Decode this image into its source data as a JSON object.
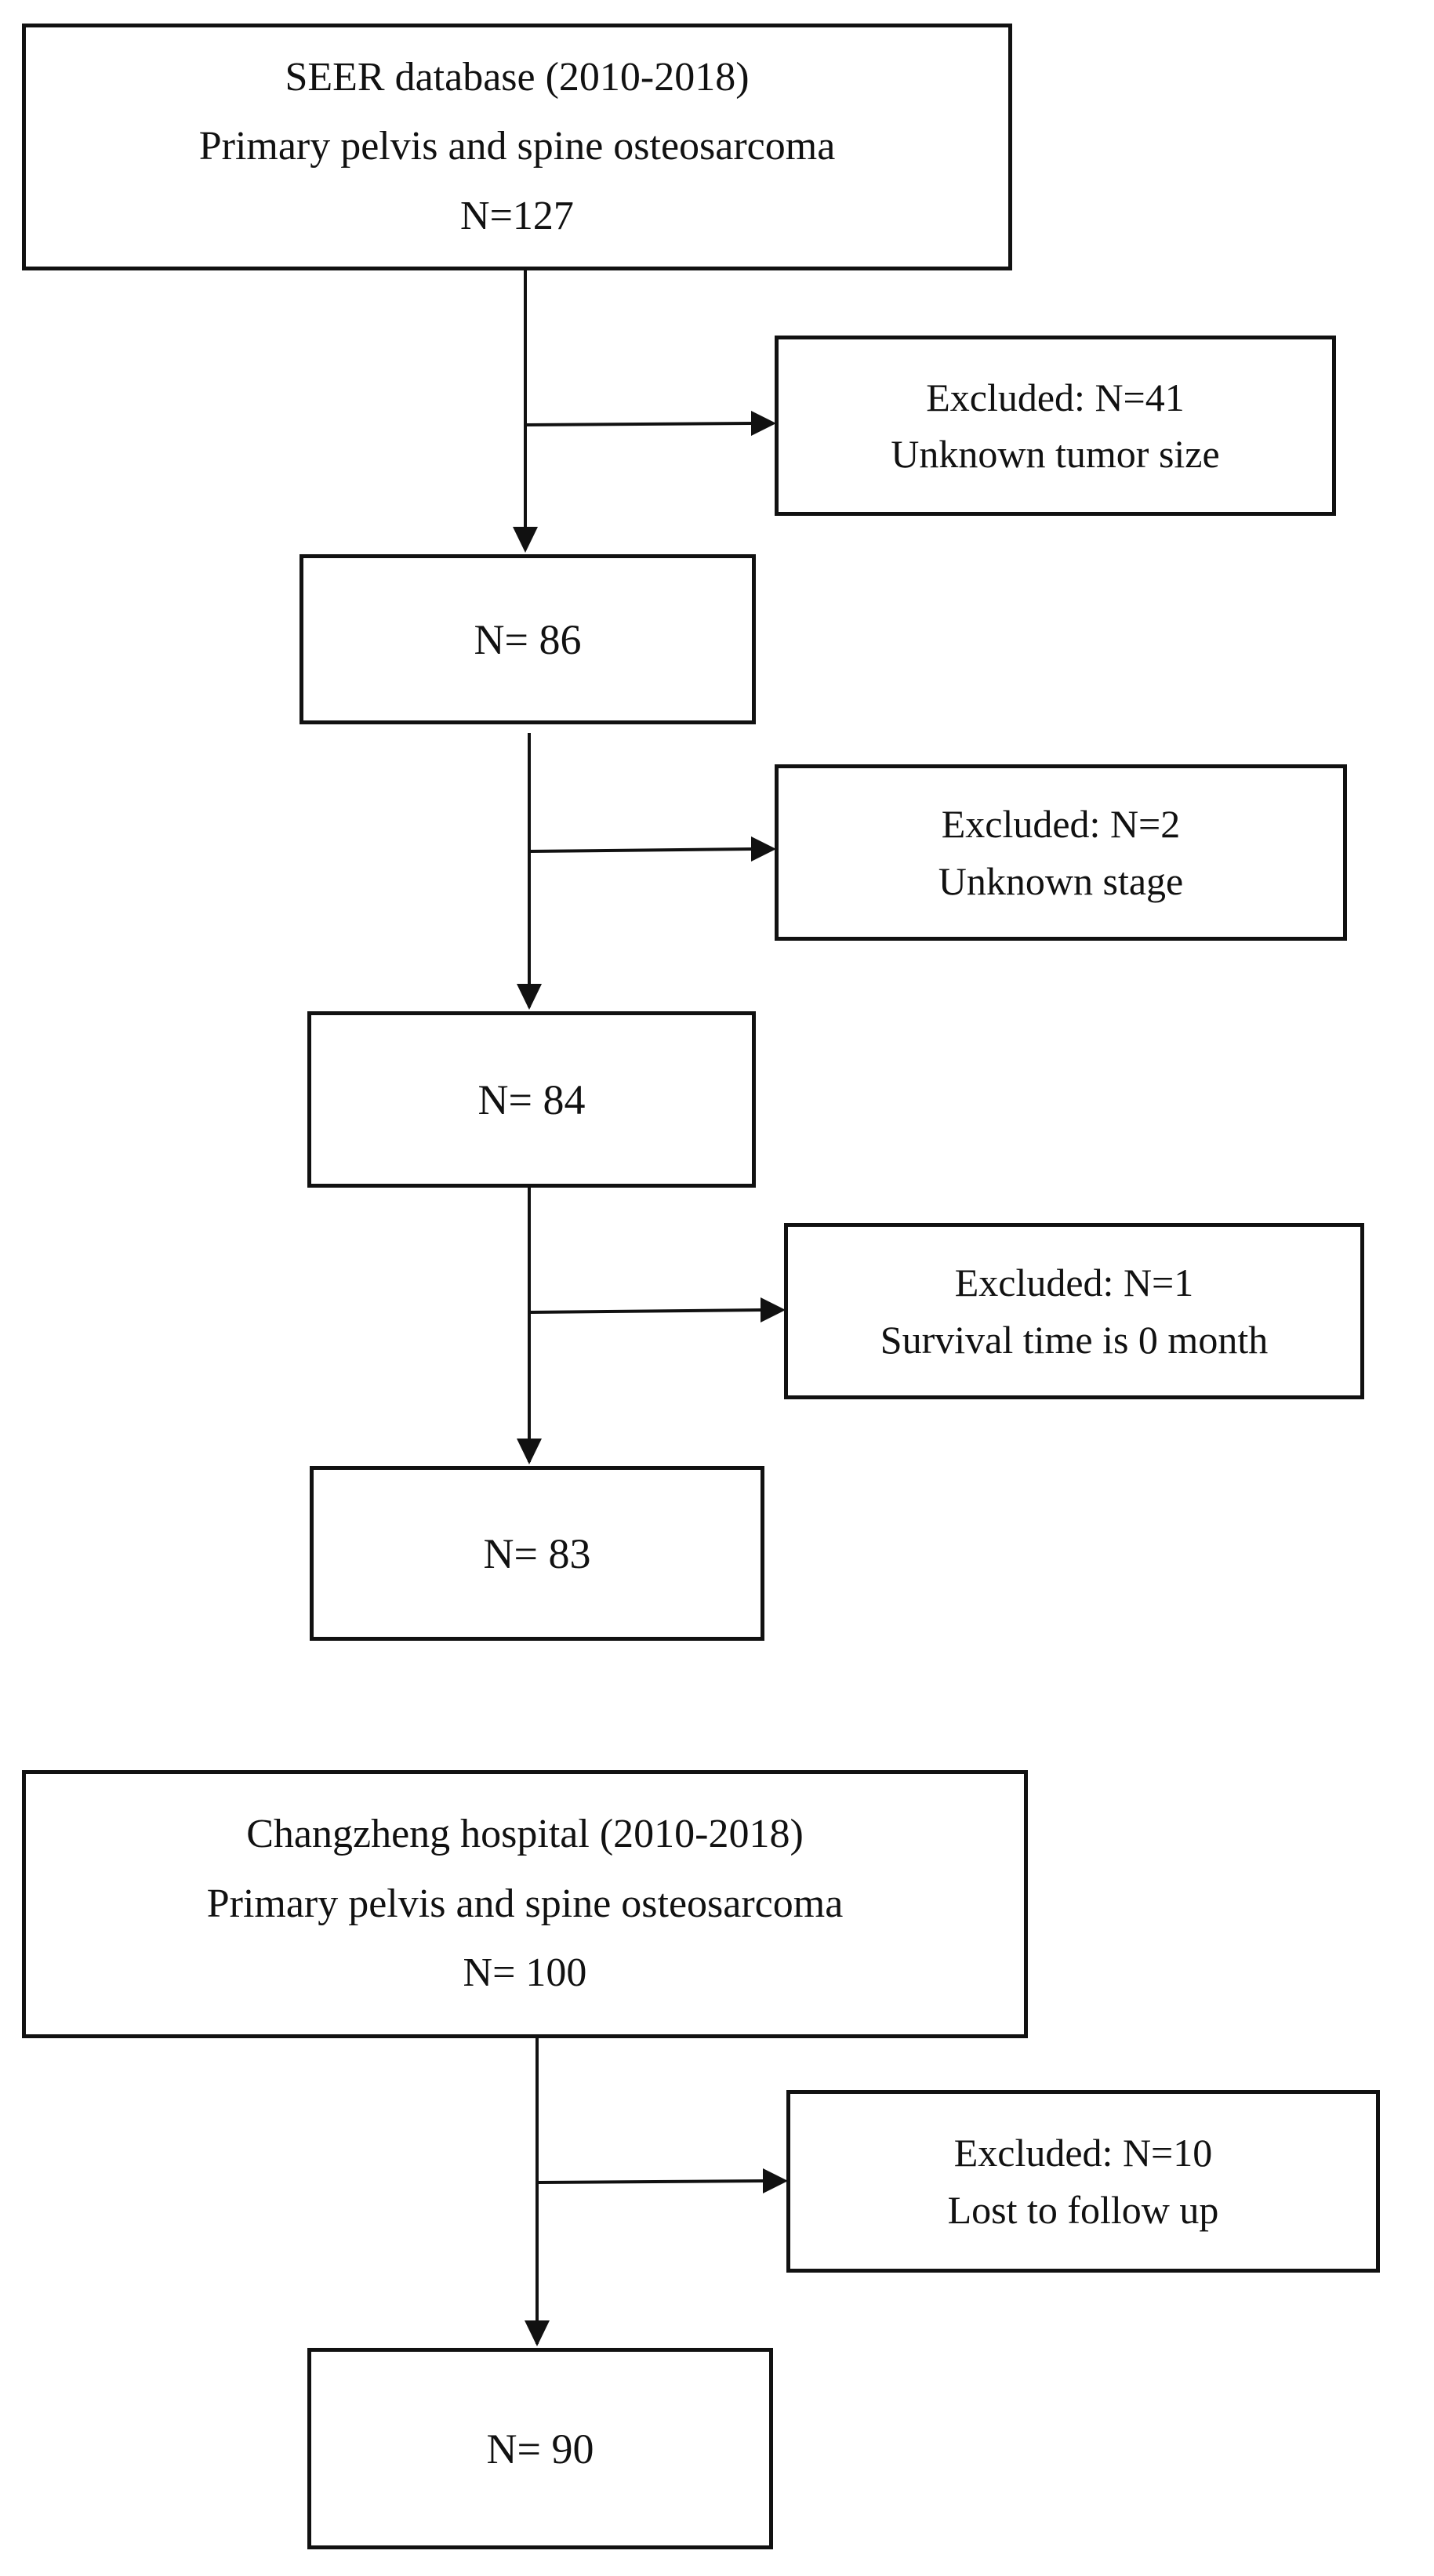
{
  "flowcharts": [
    {
      "source_box": {
        "line1": "SEER database (2010-2018)",
        "line2": "Primary pelvis and spine osteosarcoma",
        "line3": "N=127"
      },
      "steps": [
        {
          "excluded": {
            "line1": "Excluded: N=41",
            "line2": "Unknown tumor size"
          },
          "remaining": "N= 86"
        },
        {
          "excluded": {
            "line1": "Excluded: N=2",
            "line2": "Unknown stage"
          },
          "remaining": "N= 84"
        },
        {
          "excluded": {
            "line1": "Excluded: N=1",
            "line2": "Survival time is 0 month"
          },
          "remaining": "N= 83"
        }
      ]
    },
    {
      "source_box": {
        "line1": "Changzheng hospital (2010-2018)",
        "line2": "Primary pelvis and spine osteosarcoma",
        "line3": "N= 100"
      },
      "steps": [
        {
          "excluded": {
            "line1": "Excluded: N=10",
            "line2": "Lost to follow up"
          },
          "remaining": "N= 90"
        }
      ]
    }
  ]
}
